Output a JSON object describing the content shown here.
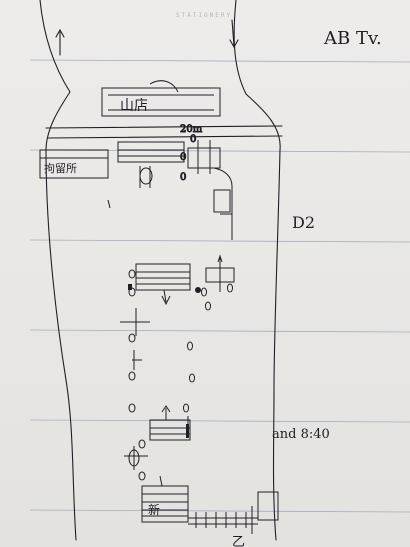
{
  "page_header": "STATIONERY",
  "notes": {
    "top_right": "AB Tv.",
    "middle_right": "D2",
    "bottom_right": "and 8:40",
    "top_building": "山店",
    "left_building": "拘留所",
    "bottom_block": "新",
    "bottom_label": "乙"
  },
  "colors": {
    "paper": "#ebe9e6",
    "ink": "#1d1d25",
    "rule_line": "#9aa3b4",
    "edge": "#3a3733"
  }
}
